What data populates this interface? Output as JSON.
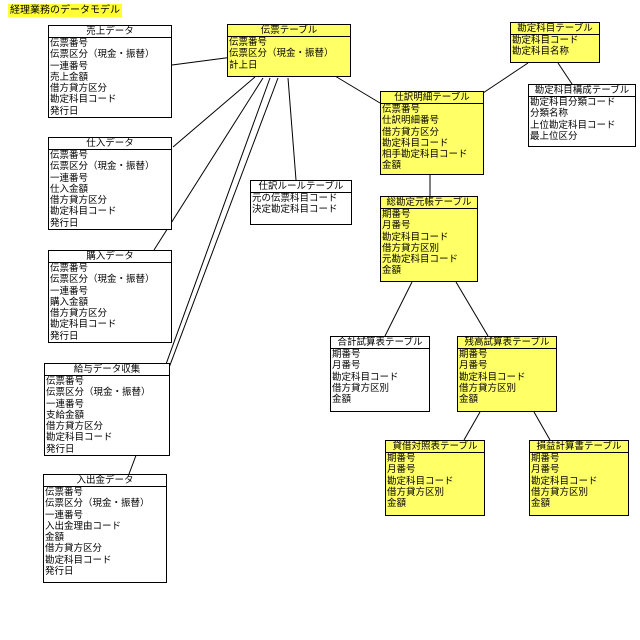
{
  "diagram_title": "経理業務のデータモデル",
  "entities": {
    "uriage": {
      "name": "売上データ",
      "attrs": [
        "伝票番号",
        "伝票区分（現金・振替）",
        "一連番号",
        "売上金額",
        "借方貸方区分",
        "勘定科目コード",
        "発行日"
      ]
    },
    "shiire": {
      "name": "仕入データ",
      "attrs": [
        "伝票番号",
        "伝票区分（現金・振替）",
        "一連番号",
        "仕入金額",
        "借方貸方区分",
        "勘定科目コード",
        "発行日"
      ]
    },
    "konyu": {
      "name": "購入データ",
      "attrs": [
        "伝票番号",
        "伝票区分（現金・振替）",
        "一連番号",
        "購入金額",
        "借方貸方区分",
        "勘定科目コード",
        "発行日"
      ]
    },
    "kyuyo": {
      "name": "給与データ収集",
      "attrs": [
        "伝票番号",
        "伝票区分（現金・振替）",
        "一連番号",
        "支給金額",
        "借方貸方区分",
        "勘定科目コード",
        "発行日"
      ]
    },
    "nyushukkin": {
      "name": "入出金データ",
      "attrs": [
        "伝票番号",
        "伝票区分（現金・振替）",
        "一連番号",
        "入出金理由コード",
        "金額",
        "借方貸方区分",
        "勘定科目コード",
        "発行日"
      ]
    },
    "denpyo": {
      "name": "伝票テーブル",
      "attrs": [
        "伝票番号",
        "伝票区分（現金・振替）",
        "計上日"
      ]
    },
    "shiwake_rule": {
      "name": "仕訳ルールテーブル",
      "attrs": [
        "元の伝票科目コード",
        "決定勘定科目コード"
      ]
    },
    "shiwake_meisai": {
      "name": "仕訳明細テーブル",
      "attrs": [
        "伝票番号",
        "仕訳明細番号",
        "借方貸方区分",
        "勘定科目コード",
        "相手勘定科目コード",
        "金額"
      ]
    },
    "kanjo_kamoku": {
      "name": "勘定科目テーブル",
      "attrs": [
        "勘定科目コード",
        "勘定科目名称"
      ]
    },
    "kanjo_kosei": {
      "name": "勘定科目構成テーブル",
      "attrs": [
        "勘定科目分類コード",
        "分類名称",
        "上位勘定科目コード",
        "最上位区分"
      ]
    },
    "sokanjo": {
      "name": "総勘定元帳テーブル",
      "attrs": [
        "期番号",
        "月番号",
        "勘定科目コード",
        "借方貸方区別",
        "元勘定科目コード",
        "金額"
      ]
    },
    "gokei": {
      "name": "合計試算表テーブル",
      "attrs": [
        "期番号",
        "月番号",
        "勘定科目コード",
        "借方貸方区別",
        "金額"
      ]
    },
    "zandaka": {
      "name": "残高試算表テーブル",
      "attrs": [
        "期番号",
        "月番号",
        "勘定科目コード",
        "借方貸方区別",
        "金額"
      ]
    },
    "taishaku": {
      "name": "貸借対照表テーブル",
      "attrs": [
        "期番号",
        "月番号",
        "勘定科目コード",
        "借方貸方区別",
        "金額"
      ]
    },
    "soneki": {
      "name": "損益計算書テーブル",
      "attrs": [
        "期番号",
        "月番号",
        "勘定科目コード",
        "借方貸方区別",
        "金額"
      ]
    }
  }
}
